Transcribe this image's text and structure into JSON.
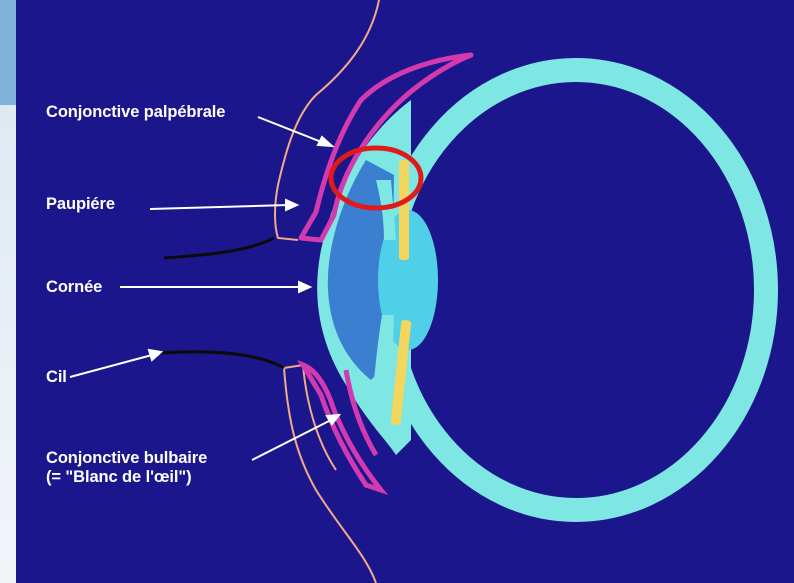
{
  "diagram": {
    "labels": {
      "conjonctive_palpebrale": "Conjonctive palpébrale",
      "paupiere": "Paupiére",
      "cornee": "Cornée",
      "cil": "Cil",
      "conjonctive_bulbaire": "Conjonctive bulbaire",
      "conjonctive_bulbaire_note": "(= \"Blanc de l'œil\")"
    },
    "colors": {
      "background": "#1c168c",
      "sclera": "#7ee6e3",
      "cornea": "#3a7fd0",
      "lens": "#4fd0e8",
      "iris": "#f3d65e",
      "conjunctiva": "#d43ab0",
      "skin_outline": "#f2a98a",
      "eyelash": "#0b0b0b",
      "highlight_circle": "#e01a1a",
      "label_text": "#ffffff"
    }
  }
}
